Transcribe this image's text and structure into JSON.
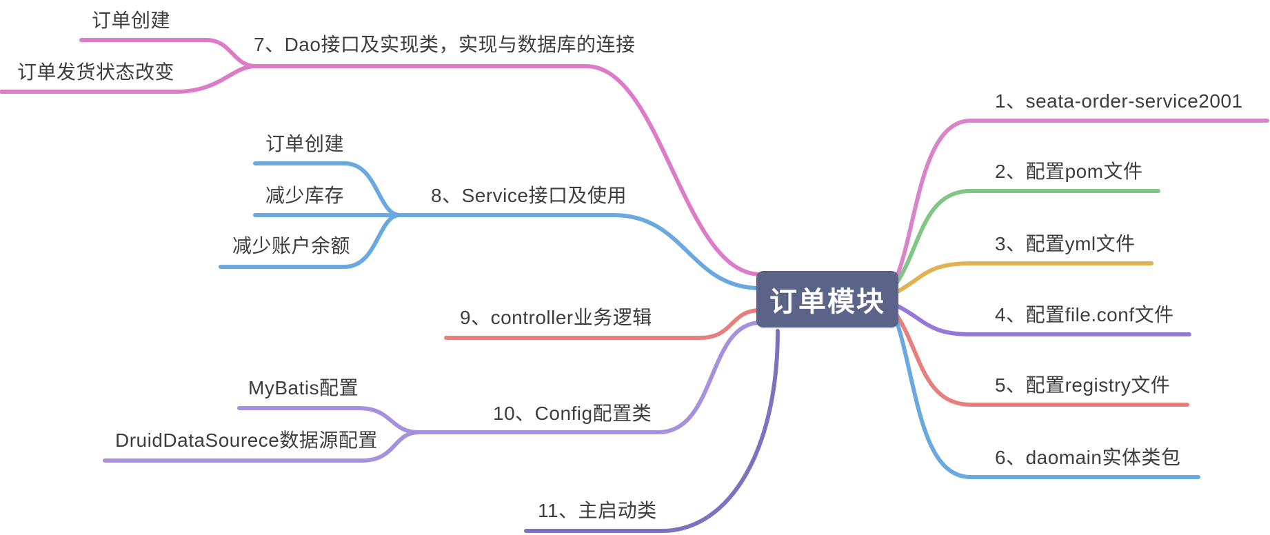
{
  "root": {
    "label": "订单模块",
    "bg_color": "#5b6488",
    "text_color": "#ffffff"
  },
  "text_color": "#3d3d3d",
  "branches": {
    "right": [
      {
        "label": "1、seata-order-service2001",
        "color": "#d983cb"
      },
      {
        "label": "2、配置pom文件",
        "color": "#82c686"
      },
      {
        "label": "3、配置yml文件",
        "color": "#e2b252"
      },
      {
        "label": "4、配置file.conf文件",
        "color": "#9577d9"
      },
      {
        "label": "5、配置registry文件",
        "color": "#e5807d"
      },
      {
        "label": "6、daomain实体类包",
        "color": "#6aa9e0"
      }
    ],
    "left": [
      {
        "label": "7、Dao接口及实现类，实现与数据库的连接",
        "color": "#dc7cc8",
        "children": [
          {
            "label": "订单创建"
          },
          {
            "label": "订单发货状态改变"
          }
        ]
      },
      {
        "label": "8、Service接口及使用",
        "color": "#6aa9e0",
        "children": [
          {
            "label": "订单创建"
          },
          {
            "label": "减少库存"
          },
          {
            "label": "减少账户余额"
          }
        ]
      },
      {
        "label": "9、controller业务逻辑",
        "color": "#e5807d",
        "children": []
      },
      {
        "label": "10、Config配置类",
        "color": "#a691dd",
        "children": [
          {
            "label": "MyBatis配置"
          },
          {
            "label": "DruidDataSourece数据源配置"
          }
        ]
      },
      {
        "label": "11、主启动类",
        "color": "#8070c0",
        "children": []
      }
    ]
  }
}
